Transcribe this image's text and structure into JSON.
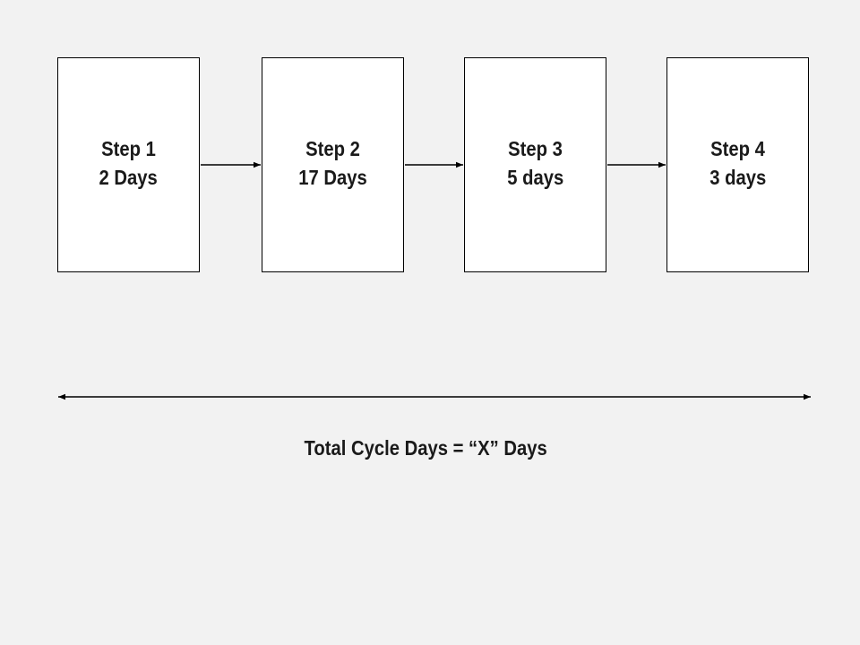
{
  "steps": [
    {
      "name": "Step 1",
      "duration": "2 Days"
    },
    {
      "name": "Step 2",
      "duration": "17 Days"
    },
    {
      "name": "Step 3",
      "duration": "5 days"
    },
    {
      "name": "Step 4",
      "duration": "3 days"
    }
  ],
  "total": {
    "label": "Total Cycle Days = “X” Days"
  },
  "colors": {
    "background": "#f2f2f2",
    "box_fill": "#ffffff",
    "stroke": "#000000",
    "text": "#1a1a1a"
  }
}
